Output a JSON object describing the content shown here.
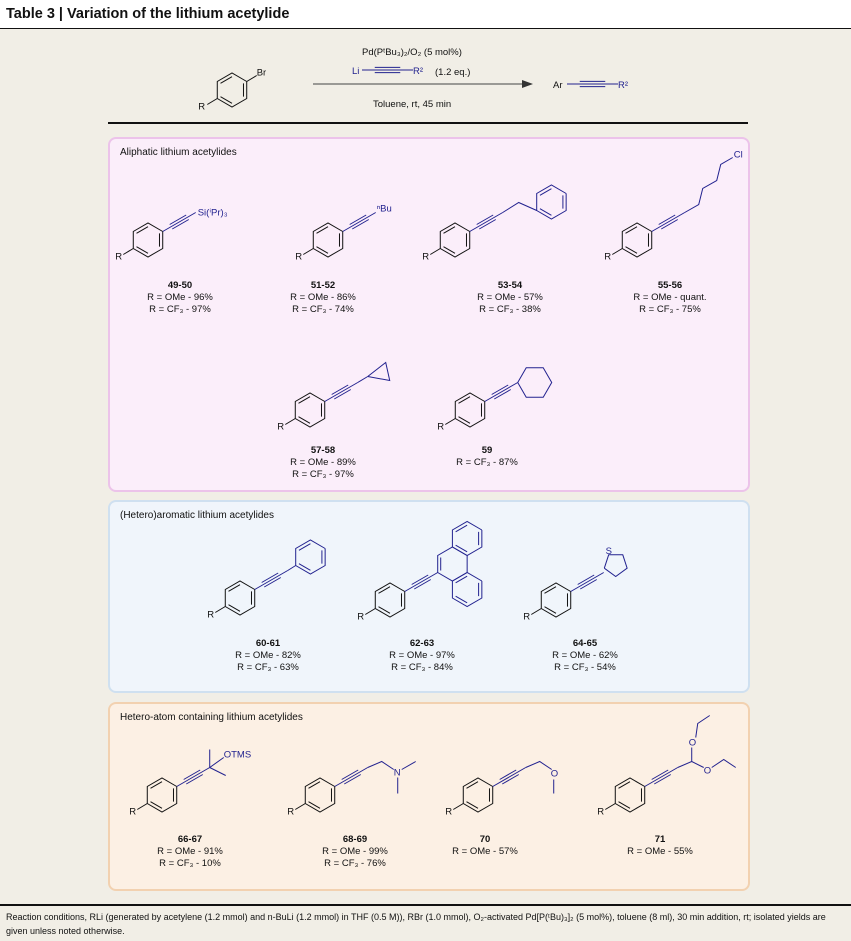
{
  "title": "Table 3 | Variation of the lithium acetylide",
  "scheme": {
    "sm_br": "Br",
    "sm_r": "R",
    "catalyst": "Pd(PᵗBu₃)₂/O₂ (5 mol%)",
    "reagent_li": "Li",
    "reagent_r2": "R²",
    "reagent_eq": "(1.2 eq.)",
    "conditions": "Toluene, rt, 45 min",
    "product_ar": "Ar",
    "product_r2": "R²"
  },
  "panels": [
    {
      "title": "Aliphatic lithium acetylides"
    },
    {
      "title": "(Hetero)aromatic lithium acetylides"
    },
    {
      "title": "Hetero-atom containing lithium acetylides"
    }
  ],
  "compounds": [
    {
      "id": "49-50",
      "sub": "silyl",
      "labels": [
        "Si(ⁱPr)₃"
      ],
      "yields": [
        "R = OMe - 96%",
        "R = CF₃ - 97%"
      ]
    },
    {
      "id": "51-52",
      "sub": "butyl",
      "labels": [
        "ⁿBu"
      ],
      "yields": [
        "R = OMe - 86%",
        "R = CF₃ - 74%"
      ]
    },
    {
      "id": "53-54",
      "sub": "phenethyl",
      "labels": [],
      "yields": [
        "R = OMe - 57%",
        "R = CF₃ - 38%"
      ]
    },
    {
      "id": "55-56",
      "sub": "chlorobutyl",
      "labels": [
        "Cl"
      ],
      "yields": [
        "R = OMe - quant.",
        "R = CF₃ - 75%"
      ]
    },
    {
      "id": "57-58",
      "sub": "cyclopropyl",
      "labels": [],
      "yields": [
        "R = OMe - 89%",
        "R = CF₃ - 97%"
      ]
    },
    {
      "id": "59",
      "sub": "cyclohexyl",
      "labels": [],
      "yields": [
        "R = CF₃ - 87%"
      ]
    },
    {
      "id": "60-61",
      "sub": "phenyl",
      "labels": [],
      "yields": [
        "R = OMe - 82%",
        "R = CF₃ - 63%"
      ]
    },
    {
      "id": "62-63",
      "sub": "phenanthryl",
      "labels": [],
      "yields": [
        "R = OMe - 97%",
        "R = CF₃ - 84%"
      ]
    },
    {
      "id": "64-65",
      "sub": "thienyl",
      "labels": [
        "S"
      ],
      "yields": [
        "R = OMe - 62%",
        "R = CF₃ - 54%"
      ]
    },
    {
      "id": "66-67",
      "sub": "otms",
      "labels": [
        "OTMS"
      ],
      "yields": [
        "R = OMe - 91%",
        "R = CF₃ - 10%"
      ]
    },
    {
      "id": "68-69",
      "sub": "amine",
      "labels": [
        "N"
      ],
      "yields": [
        "R = OMe - 99%",
        "R = CF₃ - 76%"
      ]
    },
    {
      "id": "70",
      "sub": "ether",
      "labels": [
        "O"
      ],
      "yields": [
        "R = OMe - 57%"
      ]
    },
    {
      "id": "71",
      "sub": "acetal",
      "labels": [
        "O",
        "O"
      ],
      "yields": [
        "R = OMe - 55%"
      ]
    }
  ],
  "aryl_r_label": "R",
  "footnote": "Reaction conditions, RLi (generated by acetylene (1.2 mmol) and n-BuLi (1.2 mmol) in THF (0.5 M)), RBr (1.0 mmol), O₂-activated Pd[P(ᵗBu)₃]₂ (5 mol%), toluene (8 ml), 30 min addition, rt; isolated yields are given unless noted otherwise.",
  "colors": {
    "blue": "#22228f",
    "black": "#111111"
  }
}
